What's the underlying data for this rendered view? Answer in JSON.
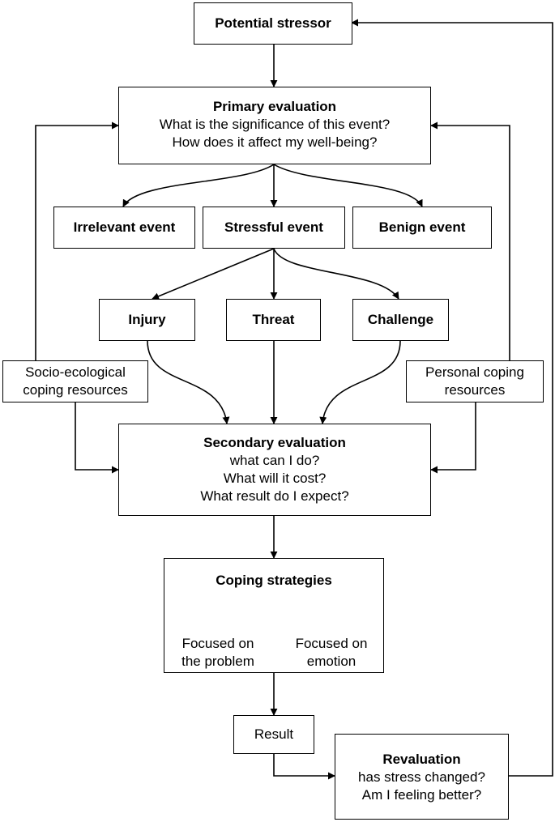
{
  "stressor": "Potential stressor",
  "primary": {
    "title": "Primary evaluation",
    "q1": "What is the significance of this event?",
    "q2": "How does it affect my well-being?"
  },
  "events": {
    "irrelevant": "Irrelevant event",
    "stressful": "Stressful event",
    "benign": "Benign event"
  },
  "appraisals": {
    "injury": "Injury",
    "threat": "Threat",
    "challenge": "Challenge"
  },
  "resources": {
    "socio_l1": "Socio-ecological",
    "socio_l2": "coping resources",
    "personal_l1": "Personal coping",
    "personal_l2": "resources"
  },
  "secondary": {
    "title": "Secondary evaluation",
    "q1": "what can I do?",
    "q2": "What will it cost?",
    "q3": "What result do I expect?"
  },
  "coping": {
    "title": "Coping strategies",
    "problem_l1": "Focused on",
    "problem_l2": "the problem",
    "emotion_l1": "Focused on",
    "emotion_l2": "emotion"
  },
  "result": "Result",
  "revaluation": {
    "title": "Revaluation",
    "q1": "has stress changed?",
    "q2": "Am I feeling better?"
  }
}
